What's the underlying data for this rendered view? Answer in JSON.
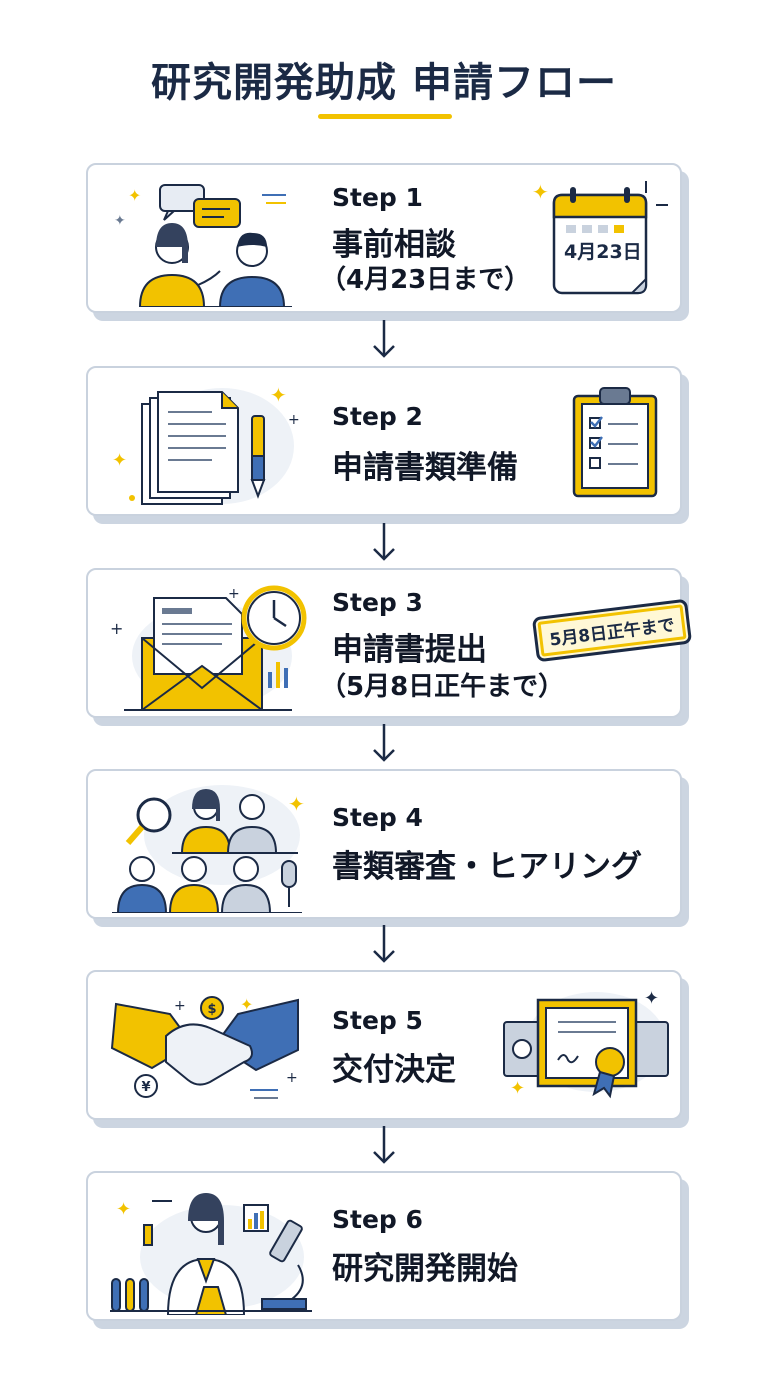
{
  "title": "研究開発助成 申請フロー",
  "colors": {
    "navy": "#1b2a45",
    "yellow": "#f2c200",
    "blue": "#3f6fb5",
    "border": "#c9d2de"
  },
  "steps": [
    {
      "label": "Step 1",
      "name": "事前相談",
      "note": "（4月23日まで）",
      "calendar_text": "4月23日",
      "icon": "consultation-icon"
    },
    {
      "label": "Step 2",
      "name": "申請書類準備",
      "icon": "documents-icon"
    },
    {
      "label": "Step 3",
      "name": "申請書提出",
      "note": "（5月8日正午まで）",
      "badge": "5月8日正午まで",
      "icon": "envelope-icon"
    },
    {
      "label": "Step 4",
      "name": "書類審査・ヒアリング",
      "icon": "review-panel-icon"
    },
    {
      "label": "Step 5",
      "name": "交付決定",
      "icon": "handshake-icon"
    },
    {
      "label": "Step 6",
      "name": "研究開発開始",
      "icon": "researcher-icon"
    }
  ]
}
